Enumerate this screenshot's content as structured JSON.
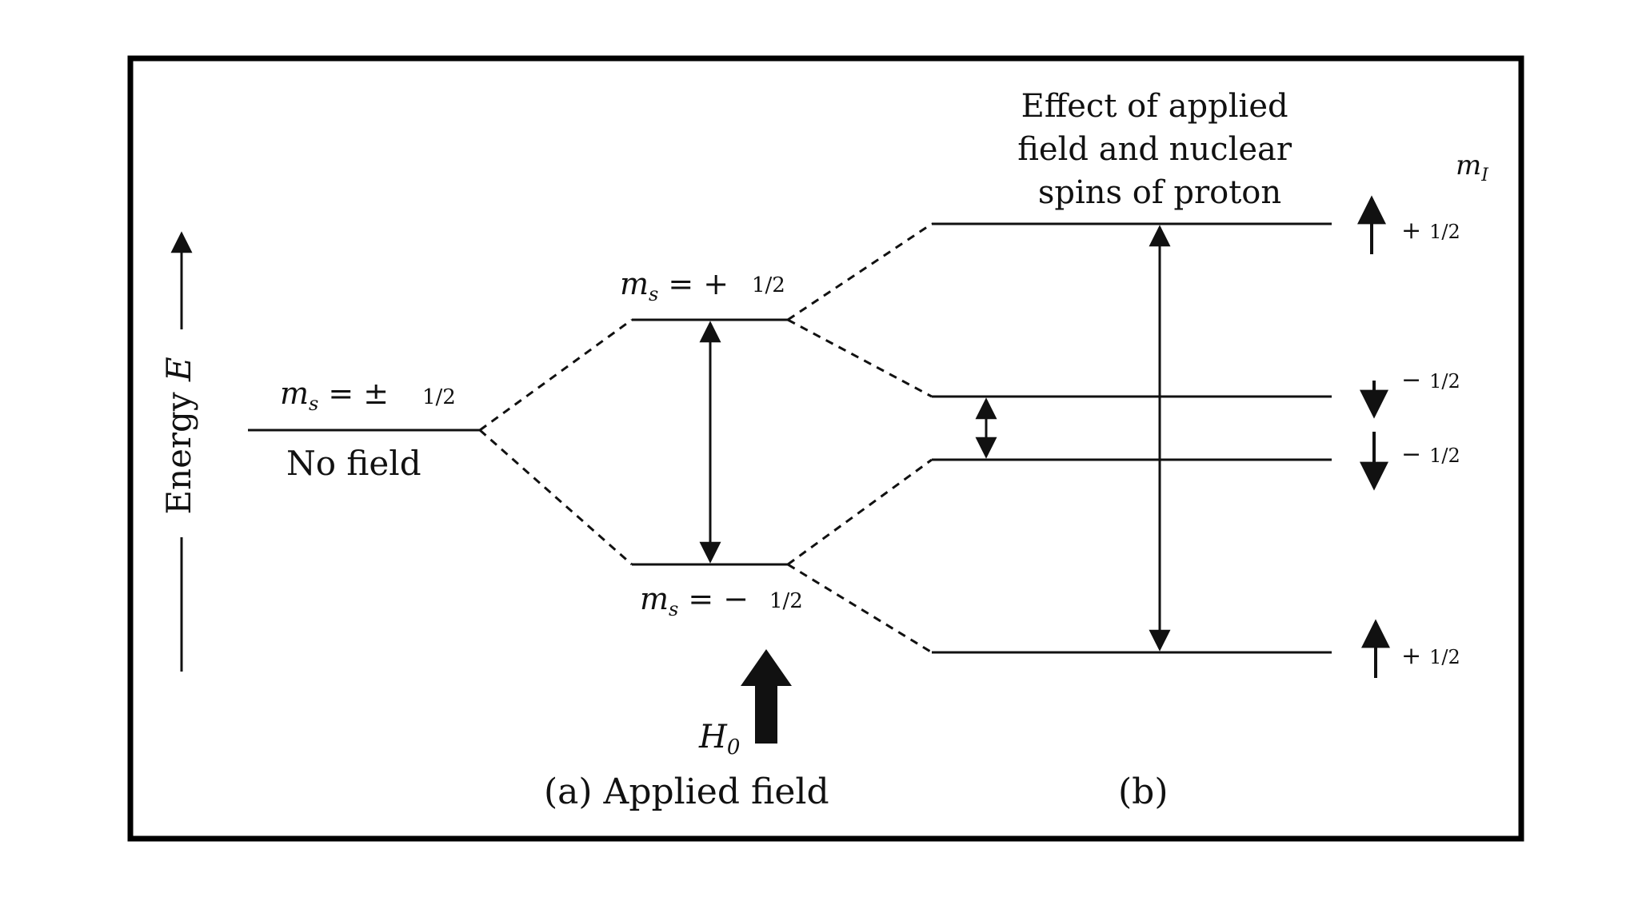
{
  "axis": {
    "label_main": "Energy ",
    "label_symbol": "E"
  },
  "no_field": {
    "ms_symbol": "m",
    "ms_sub": "s",
    "ms_value": "= ±",
    "fraction": "1/2",
    "caption": "No field"
  },
  "applied": {
    "upper_ms_symbol": "m",
    "upper_ms_sub": "s",
    "upper_ms_value": "= +",
    "lower_ms_symbol": "m",
    "lower_ms_sub": "s",
    "lower_ms_value": "= −",
    "fraction": "1/2",
    "field_symbol": "H",
    "field_sub": "0",
    "caption": "(a) Applied field"
  },
  "nuclear": {
    "title_lines": [
      "Effect of applied",
      "field and nuclear",
      "spins of proton"
    ],
    "mi_symbol": "m",
    "mi_sub": "I",
    "levels": [
      {
        "spin": "up",
        "sign": "+",
        "fraction": "1/2"
      },
      {
        "spin": "down",
        "sign": "−",
        "fraction": "1/2"
      },
      {
        "spin": "down",
        "sign": "−",
        "fraction": "1/2"
      },
      {
        "spin": "up",
        "sign": "+",
        "fraction": "1/2"
      }
    ],
    "caption": "(b)"
  },
  "colors": {
    "line": "#111111",
    "frame": "#000000",
    "background": "#ffffff"
  }
}
